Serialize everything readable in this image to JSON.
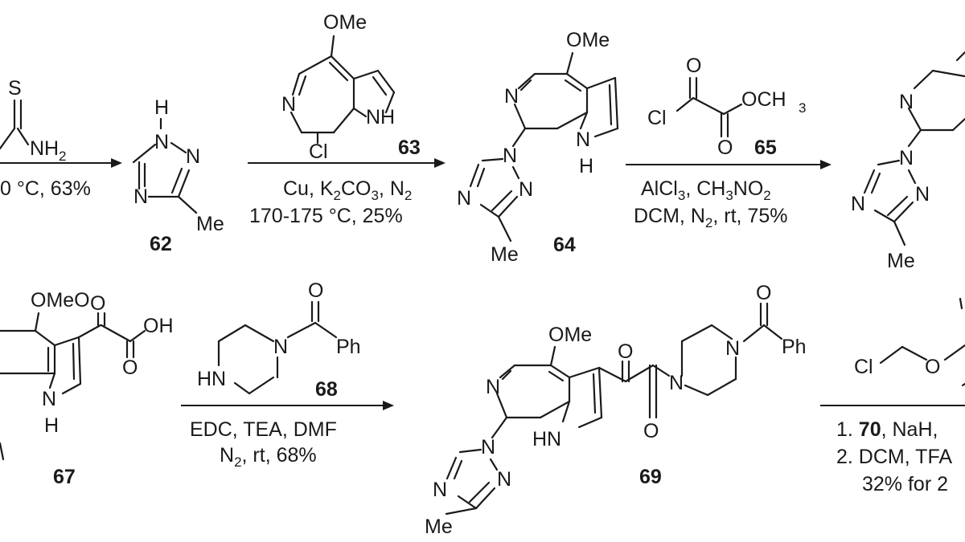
{
  "atoms": {
    "s": "S",
    "nh2": "NH",
    "two": "2",
    "n": "N",
    "h": "H",
    "me": "Me",
    "ome": "OMe",
    "cl": "Cl",
    "o": "O",
    "hn": "HN",
    "och3": "OCH",
    "three": "3",
    "oh": "OH",
    "ph": "Ph",
    "ome_o": "OMeO"
  },
  "compounds": {
    "c62": "62",
    "c63": "63",
    "c64": "64",
    "c65": "65",
    "c67": "67",
    "c68": "68",
    "c69": "69"
  },
  "conditions": {
    "step1": "0 °C, 63%",
    "step2_line1": {
      "a": "Cu, K",
      "b": "2",
      "c": "CO",
      "d": "3",
      "e": ", N",
      "f": "2"
    },
    "step2_line2": "170-175 °C, 25%",
    "step3_line1": {
      "a": "AlCl",
      "b": "3",
      "c": ", CH",
      "d": "3",
      "e": "NO",
      "f": "2"
    },
    "step3_line2": {
      "a": "DCM, N",
      "b": "2",
      "c": ", rt, 75%"
    },
    "step4_line1": "EDC, TEA, DMF",
    "step4_line2": {
      "a": "N",
      "b": "2",
      "c": ", rt, 68%"
    },
    "step5_line1": {
      "a": "1. ",
      "b": "70",
      "c": ", NaH, "
    },
    "step5_line2": "2. DCM, TFA",
    "step5_line3": "32% for 2"
  }
}
